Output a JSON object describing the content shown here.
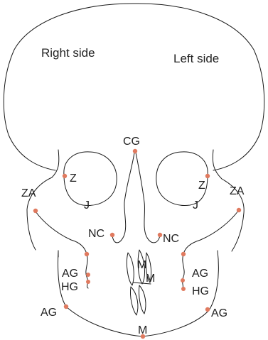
{
  "colors": {
    "line": "#1a1a1a",
    "landmark": "#e07a5f",
    "text": "#222222"
  },
  "labels": {
    "right_side": "Right side",
    "left_side": "Left side",
    "cg": "CG",
    "z_right": "Z",
    "z_left": "Z",
    "za_right": "ZA",
    "za_left": "ZA",
    "j_right": "J",
    "j_left": "J",
    "nc_right": "NC",
    "nc_left": "NC",
    "ag_upper_right": "AG",
    "ag_upper_left": "AG",
    "hg_right": "HG",
    "hg_left": "HG",
    "ag_lower_right": "AG",
    "ag_lower_left": "AG",
    "m_upper_1": "M",
    "m_upper_2": "M",
    "m_bottom": "M"
  }
}
